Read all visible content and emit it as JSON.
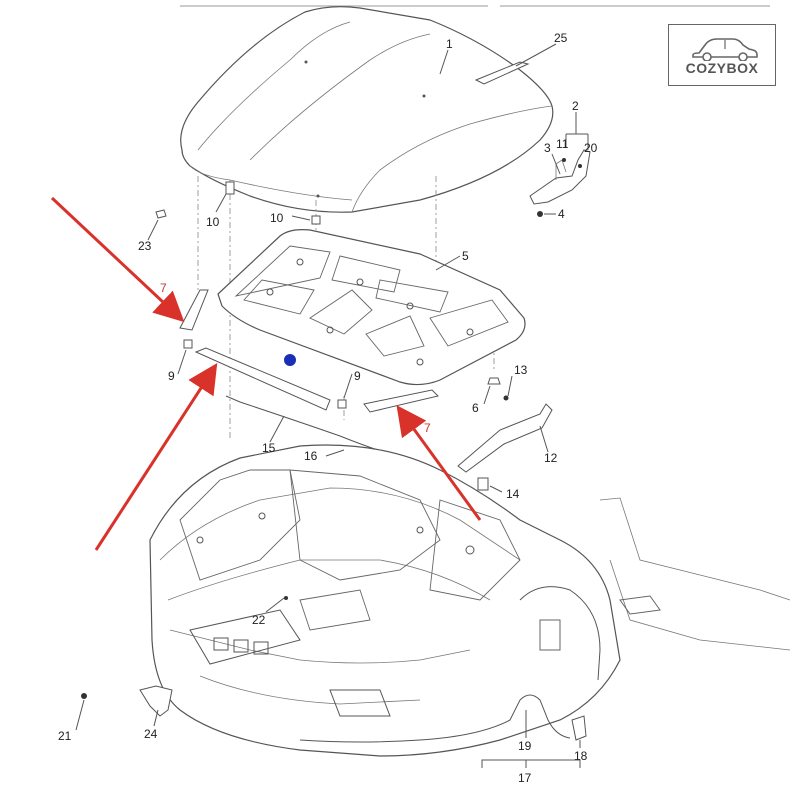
{
  "logo": {
    "text": "COZYBOX",
    "icon": "car-icon"
  },
  "callouts": {
    "c1": "1",
    "c2": "2",
    "c3": "3",
    "c4": "4",
    "c5": "5",
    "c6": "6",
    "c7a": "7",
    "c7b": "7",
    "c9a": "9",
    "c9b": "9",
    "c10a": "10",
    "c10b": "10",
    "c11": "11",
    "c12": "12",
    "c13": "13",
    "c14": "14",
    "c15": "15",
    "c16": "16",
    "c17": "17",
    "c18": "18",
    "c19": "19",
    "c20": "20",
    "c21": "21",
    "c22": "22",
    "c23": "23",
    "c24": "24",
    "c25": "25"
  },
  "colors": {
    "arrow": "#d9322b",
    "line": "#555555",
    "marker": "#1a2fb5"
  }
}
